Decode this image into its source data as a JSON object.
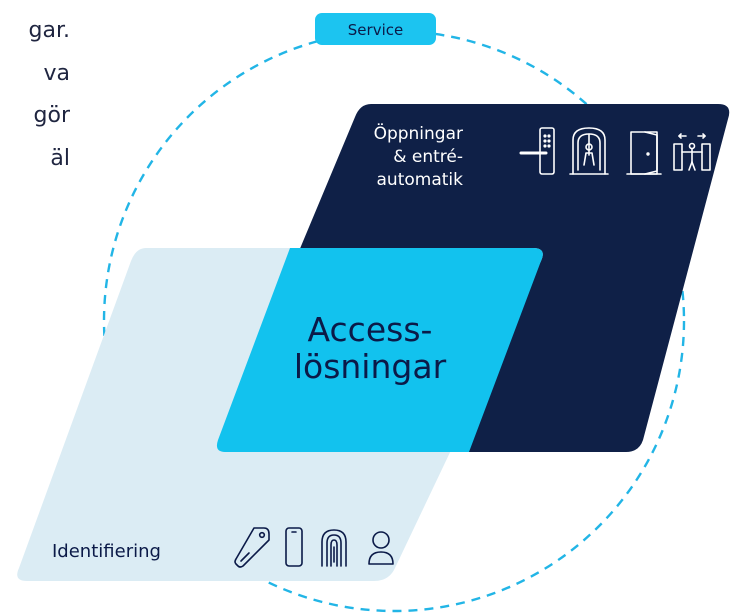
{
  "intro_text": {
    "lines": [
      "gar.",
      "va",
      "gör",
      "äl"
    ]
  },
  "diagram": {
    "service_label": "Service",
    "openings_label": [
      "Öppningar",
      "& entré-",
      "automatik"
    ],
    "center_label": [
      "Access-",
      "lösningar"
    ],
    "identification_label": "Identifiering",
    "openings_icons": [
      "door-handle-keypad-icon",
      "revolving-door-icon",
      "door-icon",
      "speed-gate-icon"
    ],
    "identification_icons": [
      "key-tag-icon",
      "mobile-phone-icon",
      "fingerprint-icon",
      "person-icon"
    ],
    "colors": {
      "dark_navy": "#0f2047",
      "light_blue": "#dbecf4",
      "cyan": "#12c2ee",
      "dashed_circle": "#22b5e6",
      "service_badge": "#1cc4f0",
      "text_dark": "#0b1a48"
    }
  }
}
